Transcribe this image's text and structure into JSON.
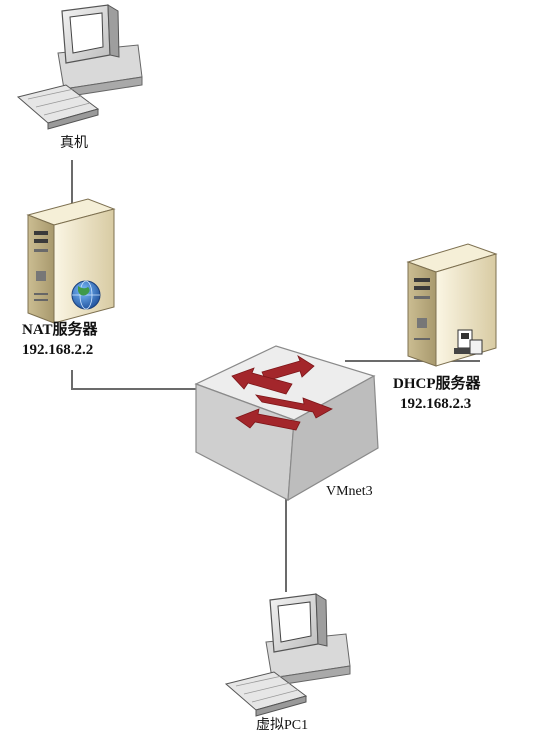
{
  "nodes": {
    "host": {
      "name": "真机",
      "icon": "desktop-pc-icon"
    },
    "nat_server": {
      "name": "NAT服务器",
      "ip": "192.168.2.2",
      "icon": "server-tower-icon"
    },
    "dhcp_server": {
      "name": "DHCP服务器",
      "ip": "192.168.2.3",
      "icon": "server-tower-icon"
    },
    "switch": {
      "name": "VMnet3",
      "icon": "network-switch-icon"
    },
    "virtual_pc": {
      "name": "虚拟PC1",
      "icon": "desktop-pc-icon"
    }
  },
  "colors": {
    "switch_arrow": "#a3262b",
    "switch_top": "#ededed",
    "switch_side": "#c9c9c9",
    "server_body": "#efe6c8",
    "link_line": "#6b6b6b",
    "globe": "#2f74c9"
  }
}
